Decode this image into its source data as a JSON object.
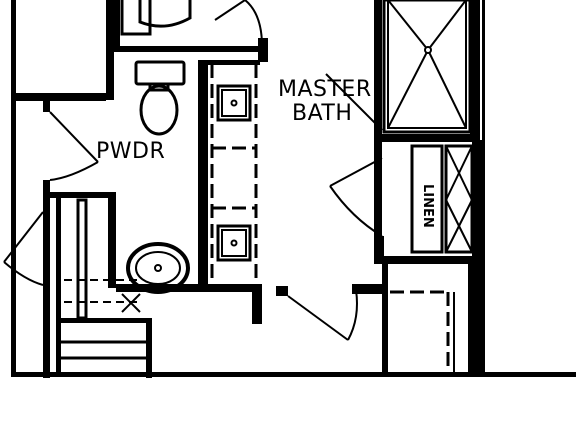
{
  "labels": {
    "master_bath_line1": "MASTER",
    "master_bath_line2": "BATH",
    "powder": "PWDR",
    "linen": "LINEN"
  },
  "colors": {
    "ink": "#000000",
    "paper": "#ffffff"
  }
}
